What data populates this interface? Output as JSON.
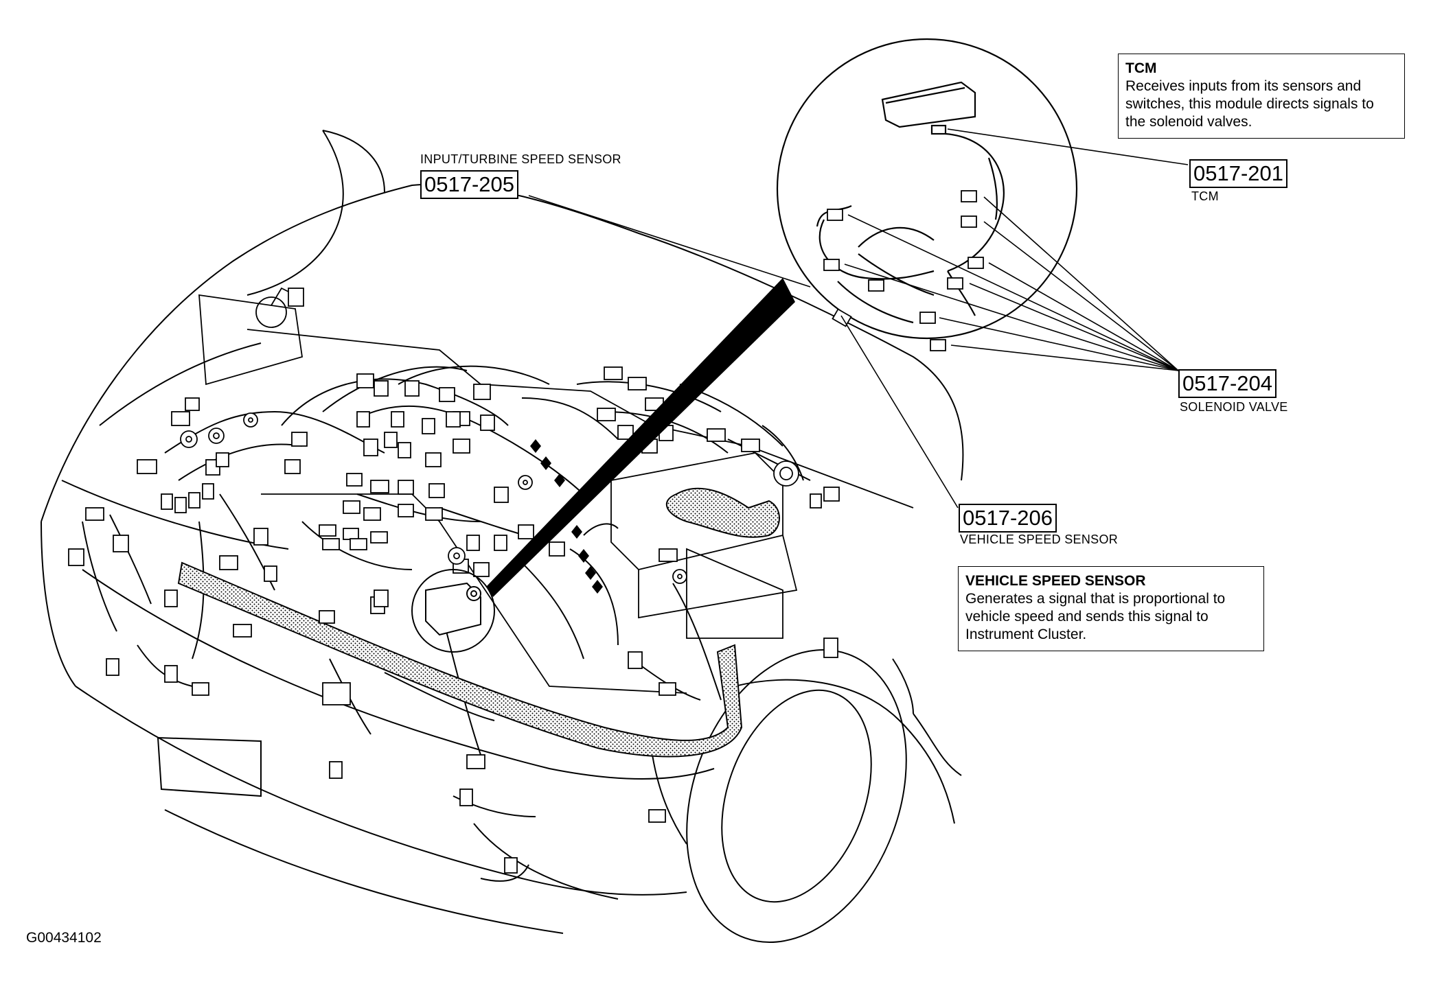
{
  "callouts": {
    "input_turbine": {
      "label": "INPUT/TURBINE SPEED SENSOR",
      "code": "0517-205"
    },
    "tcm": {
      "code": "0517-201",
      "label": "TCM"
    },
    "solenoid": {
      "code": "0517-204",
      "label": "SOLENOID VALVE"
    },
    "vehicle_speed": {
      "code": "0517-206",
      "label": "VEHICLE SPEED SENSOR"
    }
  },
  "info_boxes": {
    "tcm": {
      "title": "TCM",
      "line1": "Receives inputs from its sensors and",
      "line2": "switches, this module directs signals to",
      "line3": "the solenoid valves."
    },
    "vehicle_speed": {
      "title": "VEHICLE SPEED SENSOR",
      "line1": "Generates a signal that is proportional to",
      "line2": "vehicle speed and sends this signal to",
      "line3": "Instrument Cluster."
    }
  },
  "figure_id": "G00434102"
}
